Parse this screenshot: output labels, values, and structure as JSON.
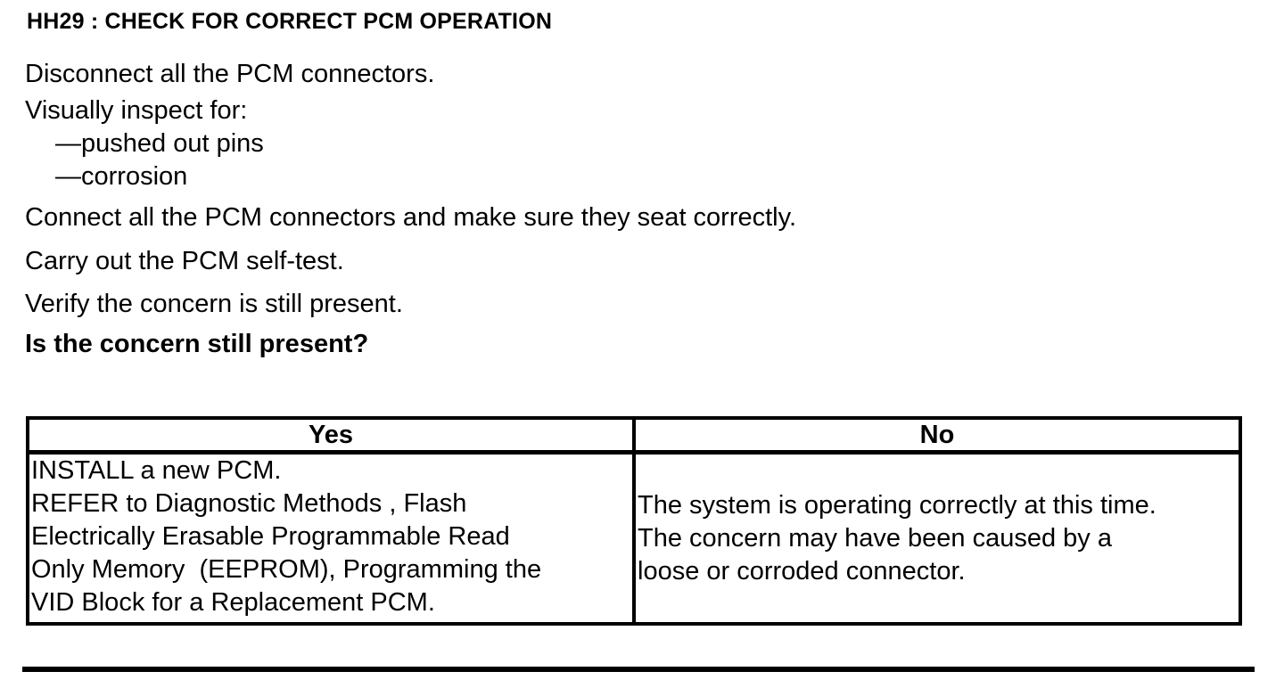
{
  "document": {
    "heading": "HH29 : CHECK FOR CORRECT PCM OPERATION",
    "steps": {
      "disconnect": "Disconnect all the PCM connectors.",
      "inspect_intro": "Visually inspect for:",
      "inspect_items": [
        "—pushed out pins",
        "—corrosion"
      ],
      "connect": "Connect all the PCM connectors and make sure they seat correctly.",
      "self_test": "Carry out the PCM self-test.",
      "verify": "Verify the concern is still present.",
      "question": "Is the concern still present?"
    },
    "results_table": {
      "yes_header": "Yes",
      "no_header": "No",
      "yes_lines": [
        "INSTALL a new PCM.",
        "REFER to Diagnostic Methods , Flash",
        "Electrically Erasable Programmable Read",
        "Only Memory  (EEPROM), Programming the",
        "VID Block for a Replacement PCM."
      ],
      "no_lines": [
        "The system is operating correctly at this time.",
        "The concern may have been caused by a",
        "loose or corroded connector."
      ]
    },
    "colors": {
      "text": "#000000",
      "background": "#ffffff",
      "border": "#000000"
    }
  }
}
